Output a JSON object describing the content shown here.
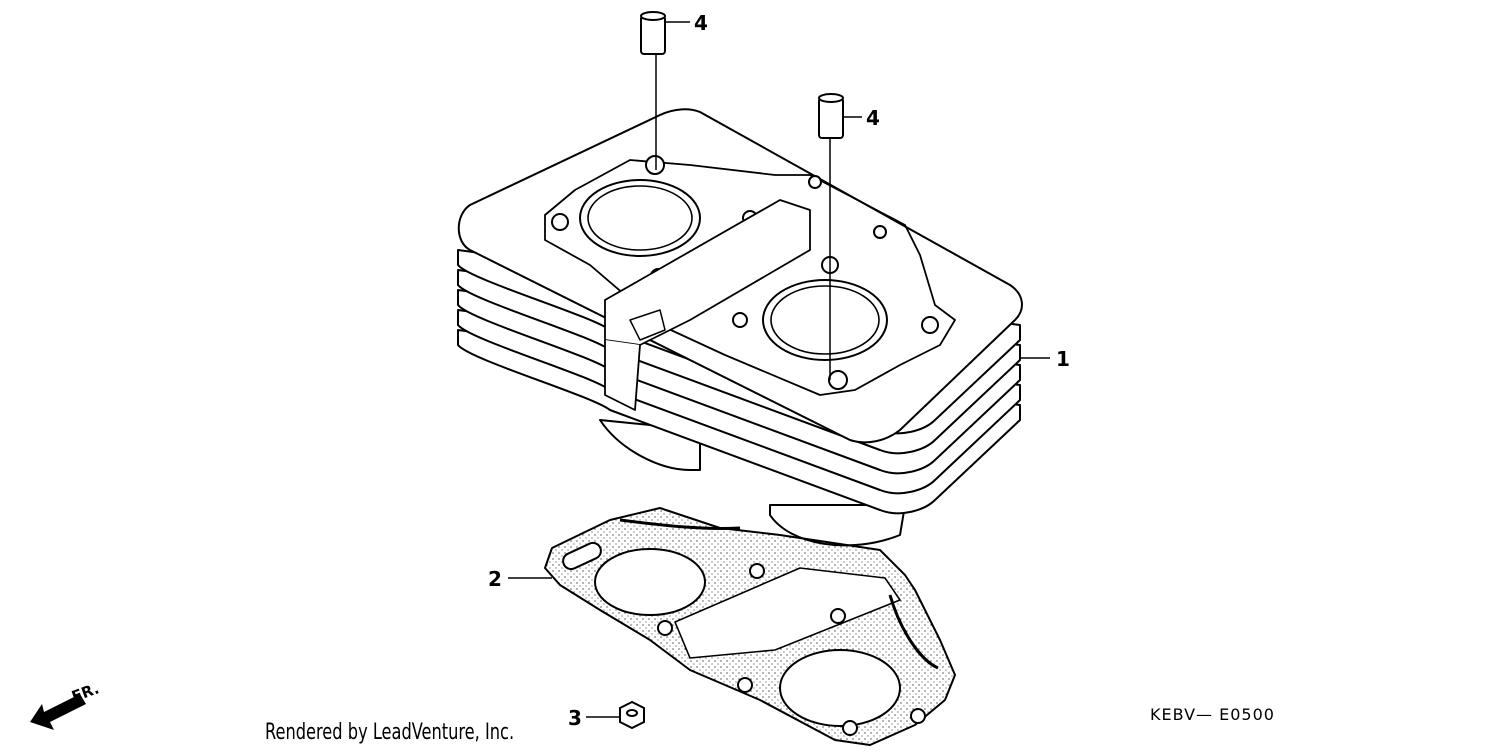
{
  "callouts": {
    "c1": "1",
    "c2": "2",
    "c3": "3",
    "c4a": "4",
    "c4b": "4"
  },
  "direction": {
    "label": "FR."
  },
  "part_code": "KEBV— E0500",
  "credit": "Rendered by LeadVenture, Inc."
}
